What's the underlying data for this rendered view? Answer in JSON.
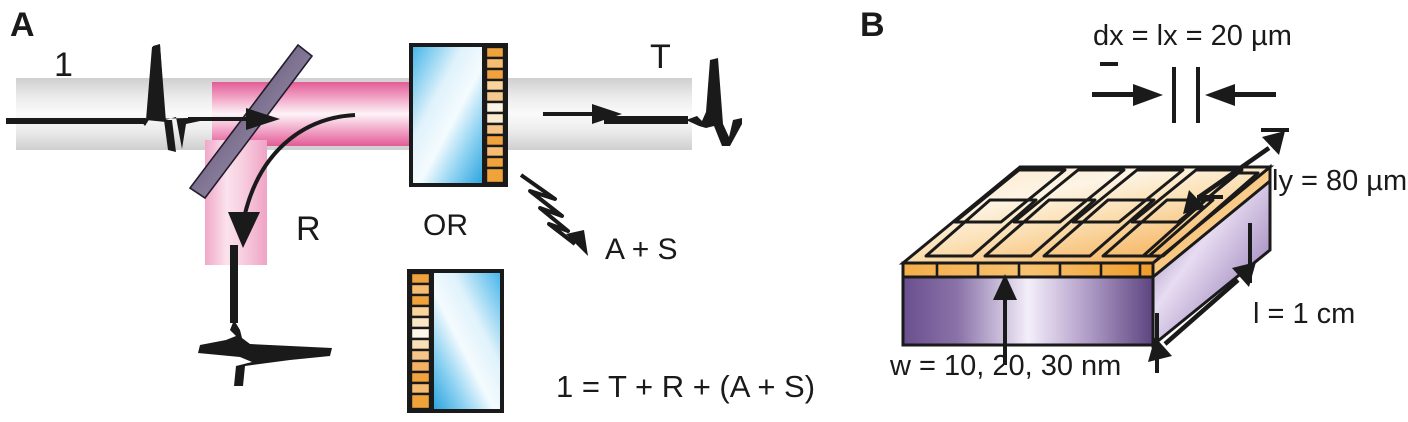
{
  "figure": {
    "panels": [
      {
        "id": "A",
        "letter": "A",
        "labels": {
          "incident": "1",
          "transmitted": "T",
          "reflected": "R",
          "or": "OR",
          "absorbed_scattered": "A + S",
          "equation": "1 = T + R + (A + S)"
        },
        "icons": {
          "beamsplitter": "beamsplitter-icon",
          "sample_front": "sample-substrate-icon",
          "sample_alt": "sample-substrate-alt-icon",
          "scatter_arrow": "zigzag-scatter-arrow-icon",
          "input_waveform": "thz-pulse-waveform-icon",
          "output_waveform": "thz-pulse-waveform-icon",
          "reflected_waveform": "thz-pulse-waveform-vertical-icon"
        },
        "colors": {
          "beam_pink": "#e9569a",
          "beam_pink_light": "#f7bcd6",
          "beam_gray": "#d9d9d9",
          "glass_blue": "#29a8e0",
          "metal_orange": "#f0a23c",
          "beamsplitter_dark": "#4b3f5e",
          "ink": "#1a1a1a"
        }
      },
      {
        "id": "B",
        "letter": "B",
        "labels": {
          "dx": "dx = lx = 20 µm",
          "ly": "ly = 80 µm",
          "l": "l = 1 cm",
          "w": "w = 10, 20, 30 nm"
        },
        "icons": {
          "slab": "interdigitated-electrode-slab-icon",
          "dx_arrow_left": "arrow-right-icon",
          "dx_arrow_right": "arrow-left-icon",
          "ly_arrow": "double-arrow-icon",
          "l_arrow": "double-arrow-icon",
          "w_arrow": "arrow-up-icon"
        },
        "colors": {
          "gold_light": "#fde3bb",
          "gold_mid": "#f4b15a",
          "gold_edge": "#f0a028",
          "purple_dark": "#6a4f8f",
          "purple_light": "#efe7f6",
          "ink": "#1a1a1a"
        }
      }
    ]
  }
}
